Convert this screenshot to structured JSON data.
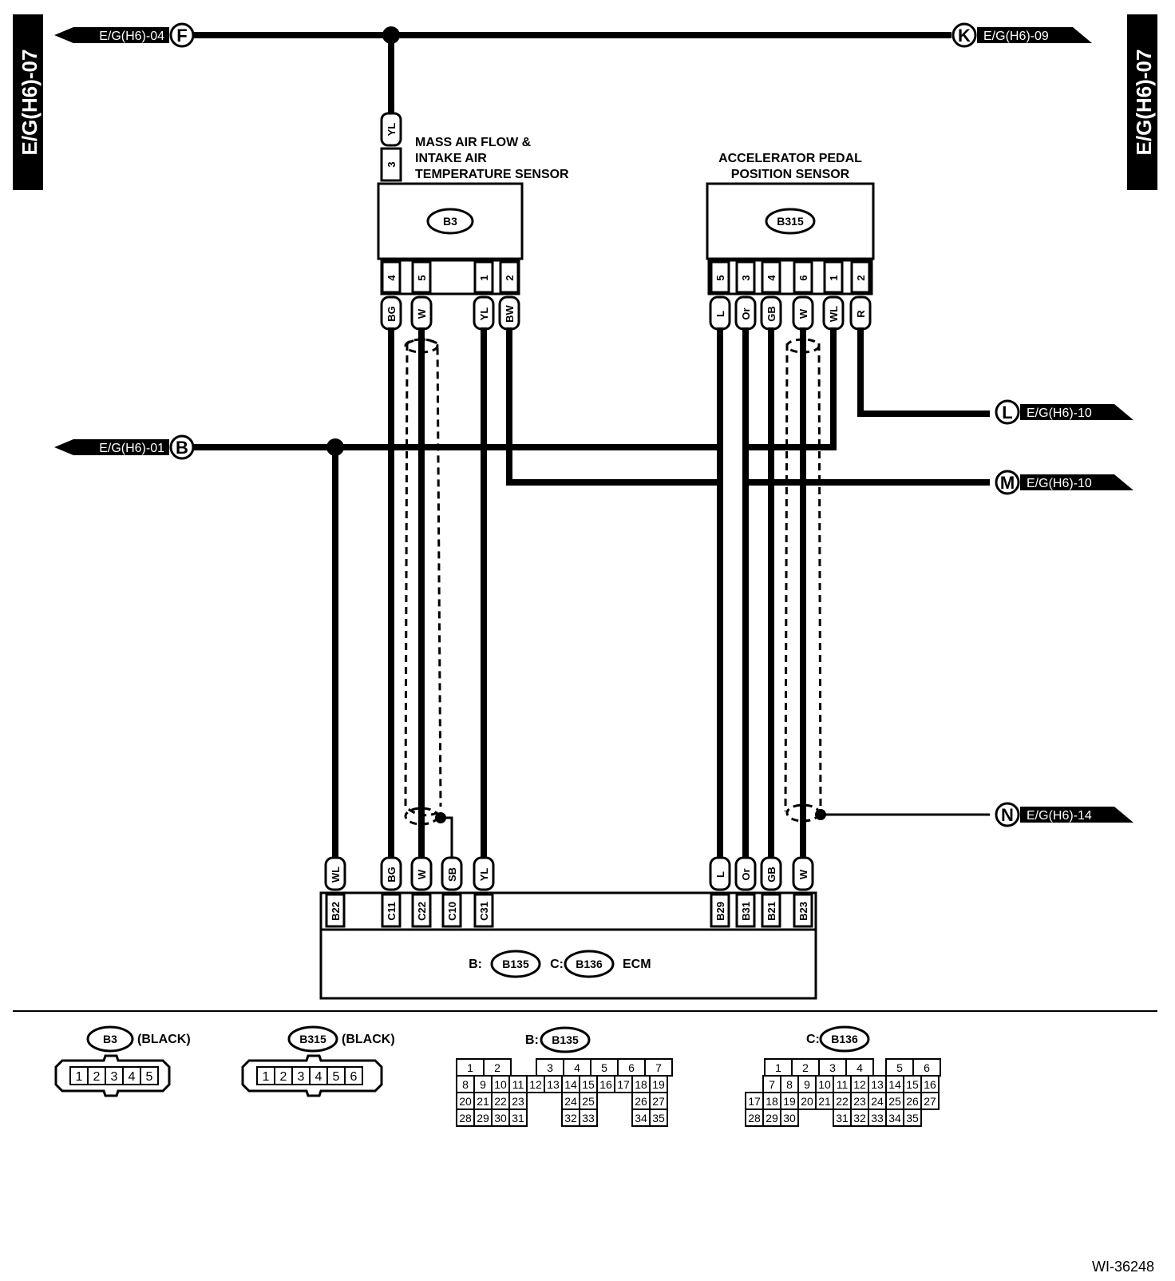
{
  "side_tab_left": "E/G(H6)-07",
  "side_tab_right": "E/G(H6)-07",
  "connectors_ext": {
    "F": {
      "letter": "F",
      "ref": "E/G(H6)-04"
    },
    "K": {
      "letter": "K",
      "ref": "E/G(H6)-09"
    },
    "B": {
      "letter": "B",
      "ref": "E/G(H6)-01"
    },
    "L": {
      "letter": "L",
      "ref": "E/G(H6)-10"
    },
    "M": {
      "letter": "M",
      "ref": "E/G(H6)-10"
    },
    "N": {
      "letter": "N",
      "ref": "E/G(H6)-14"
    }
  },
  "maf": {
    "title_line1": "MASS AIR FLOW &",
    "title_line2": "INTAKE AIR",
    "title_line3": "TEMPERATURE SENSOR",
    "connector": "B3",
    "top_pin": "3",
    "top_wire": "YL",
    "pins": [
      {
        "pin": "4",
        "wire": "BG"
      },
      {
        "pin": "5",
        "wire": "W"
      },
      {
        "pin": "1",
        "wire": "YL"
      },
      {
        "pin": "2",
        "wire": "BW"
      }
    ]
  },
  "apps": {
    "title_line1": "ACCELERATOR PEDAL",
    "title_line2": "POSITION SENSOR",
    "connector": "B315",
    "pins": [
      {
        "pin": "5",
        "wire": "L"
      },
      {
        "pin": "3",
        "wire": "Or"
      },
      {
        "pin": "4",
        "wire": "GB"
      },
      {
        "pin": "6",
        "wire": "W"
      },
      {
        "pin": "1",
        "wire": "WL"
      },
      {
        "pin": "2",
        "wire": "R"
      }
    ]
  },
  "ecm": {
    "label": "ECM",
    "prefix_b": "B:",
    "conn_b": "B135",
    "prefix_c": "C:",
    "conn_c": "B136",
    "pins": [
      {
        "pin": "B22",
        "wire": "WL"
      },
      {
        "pin": "C11",
        "wire": "BG"
      },
      {
        "pin": "C22",
        "wire": "W"
      },
      {
        "pin": "C10",
        "wire": "SB"
      },
      {
        "pin": "C31",
        "wire": "YL"
      },
      {
        "pin": "B29",
        "wire": "L"
      },
      {
        "pin": "B31",
        "wire": "Or"
      },
      {
        "pin": "B21",
        "wire": "GB"
      },
      {
        "pin": "B23",
        "wire": "W"
      }
    ]
  },
  "views": {
    "b3": {
      "connector": "B3",
      "color": "(BLACK)",
      "pins": [
        "1",
        "2",
        "3",
        "4",
        "5"
      ]
    },
    "b315": {
      "connector": "B315",
      "color": "(BLACK)",
      "pins": [
        "1",
        "2",
        "3",
        "4",
        "5",
        "6"
      ]
    },
    "b135": {
      "prefix": "B:",
      "connector": "B135",
      "rows": [
        [
          "1",
          "2",
          "",
          "",
          "3",
          "4",
          "5",
          "6",
          "7"
        ],
        [
          "8",
          "9",
          "10",
          "11",
          "12",
          "13",
          "14",
          "15",
          "16",
          "17",
          "18",
          "19"
        ],
        [
          "20",
          "21",
          "22",
          "23",
          "",
          "",
          "24",
          "25",
          "",
          "",
          "26",
          "27"
        ],
        [
          "28",
          "29",
          "30",
          "31",
          "",
          "",
          "32",
          "33",
          "",
          "",
          "34",
          "35"
        ]
      ]
    },
    "b136": {
      "prefix": "C:",
      "connector": "B136",
      "rows": [
        [
          "",
          "1",
          "2",
          "3",
          "4",
          "",
          "5",
          "6"
        ],
        [
          "",
          "7",
          "8",
          "9",
          "10",
          "11",
          "12",
          "13",
          "14",
          "15",
          "16"
        ],
        [
          "17",
          "18",
          "19",
          "20",
          "21",
          "22",
          "23",
          "24",
          "25",
          "26",
          "27"
        ],
        [
          "28",
          "29",
          "30",
          "",
          "",
          "31",
          "32",
          "33",
          "34",
          "35"
        ]
      ]
    }
  },
  "doc_id": "WI-36248"
}
